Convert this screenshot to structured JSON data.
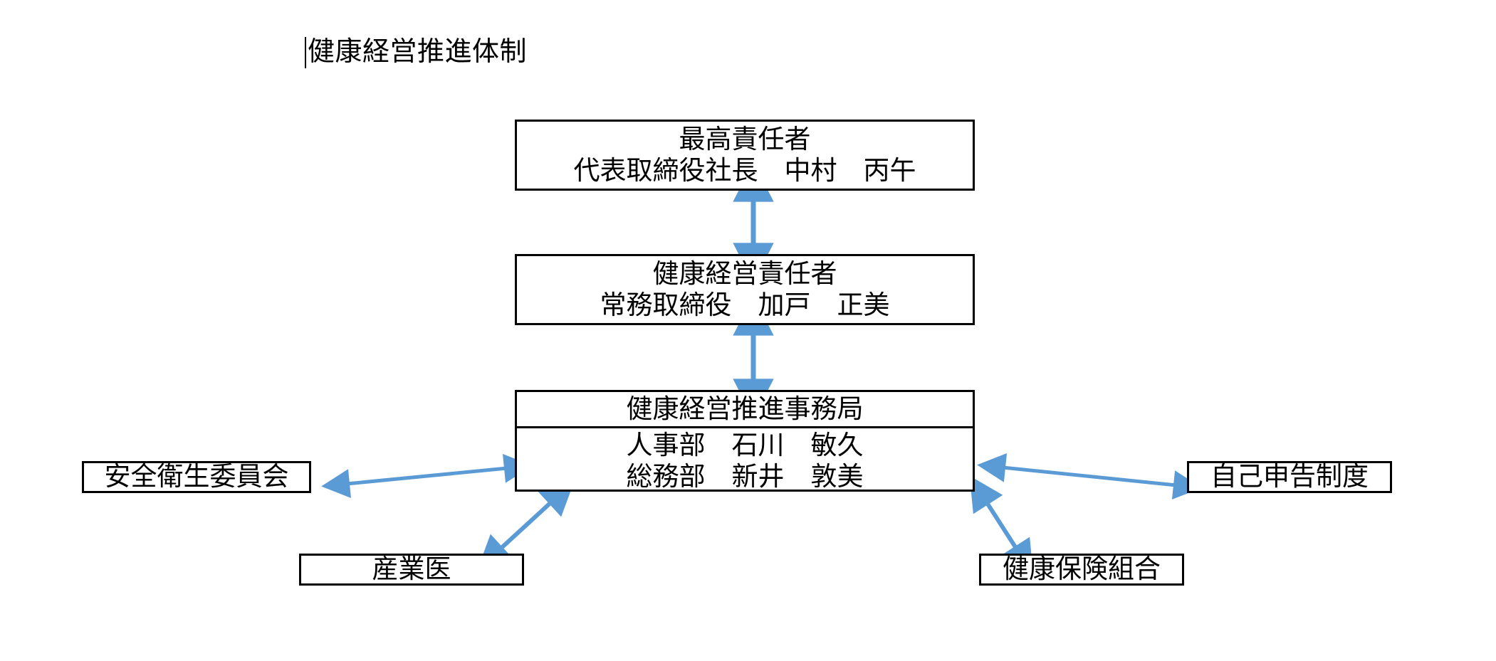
{
  "diagram": {
    "title": "健康経営推進体制",
    "accent_arrow_color": "#5B9BD5",
    "box_border_color": "#000000",
    "background_color": "#FFFFFF"
  },
  "nodes": {
    "ceo": {
      "role": "最高責任者",
      "person": "代表取締役社長　中村　丙午"
    },
    "health_manager": {
      "role": "健康経営責任者",
      "person": "常務取締役　加戸　正美"
    },
    "secretariat": {
      "header": "健康経営推進事務局",
      "member1": "人事部　石川　敏久",
      "member2": "総務部　新井　敦美"
    },
    "safety_committee": {
      "label": "安全衛生委員会"
    },
    "self_report": {
      "label": "自己申告制度"
    },
    "occupational_doctor": {
      "label": "産業医"
    },
    "health_insurance": {
      "label": "健康保険組合"
    }
  },
  "connections": [
    {
      "name": "ceo-health_manager",
      "style": "double-arrow",
      "orientation": "vertical"
    },
    {
      "name": "health_manager-secretariat",
      "style": "double-arrow",
      "orientation": "vertical"
    },
    {
      "name": "safety_committee-secretariat",
      "style": "double-arrow",
      "orientation": "horizontal"
    },
    {
      "name": "secretariat-self_report",
      "style": "double-arrow",
      "orientation": "horizontal"
    },
    {
      "name": "secretariat-occupational_doctor",
      "style": "double-arrow",
      "orientation": "diagonal"
    },
    {
      "name": "secretariat-health_insurance",
      "style": "double-arrow",
      "orientation": "diagonal"
    }
  ]
}
